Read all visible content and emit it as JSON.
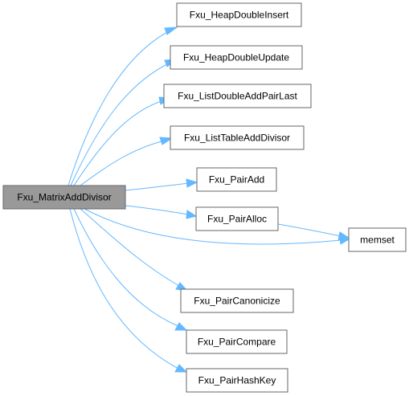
{
  "graph": {
    "edge_color": "#63b8ff",
    "root_fill": "#999999",
    "node_border": "#666666",
    "nodes": {
      "root": "Fxu_MatrixAddDivisor",
      "heap_double_insert": "Fxu_HeapDoubleInsert",
      "heap_double_update": "Fxu_HeapDoubleUpdate",
      "list_double_add_pair_last": "Fxu_ListDoubleAddPairLast",
      "list_table_add_divisor": "Fxu_ListTableAddDivisor",
      "pair_add": "Fxu_PairAdd",
      "pair_alloc": "Fxu_PairAlloc",
      "memset": "memset",
      "pair_canonicize": "Fxu_PairCanonicize",
      "pair_compare": "Fxu_PairCompare",
      "pair_hash_key": "Fxu_PairHashKey"
    }
  }
}
